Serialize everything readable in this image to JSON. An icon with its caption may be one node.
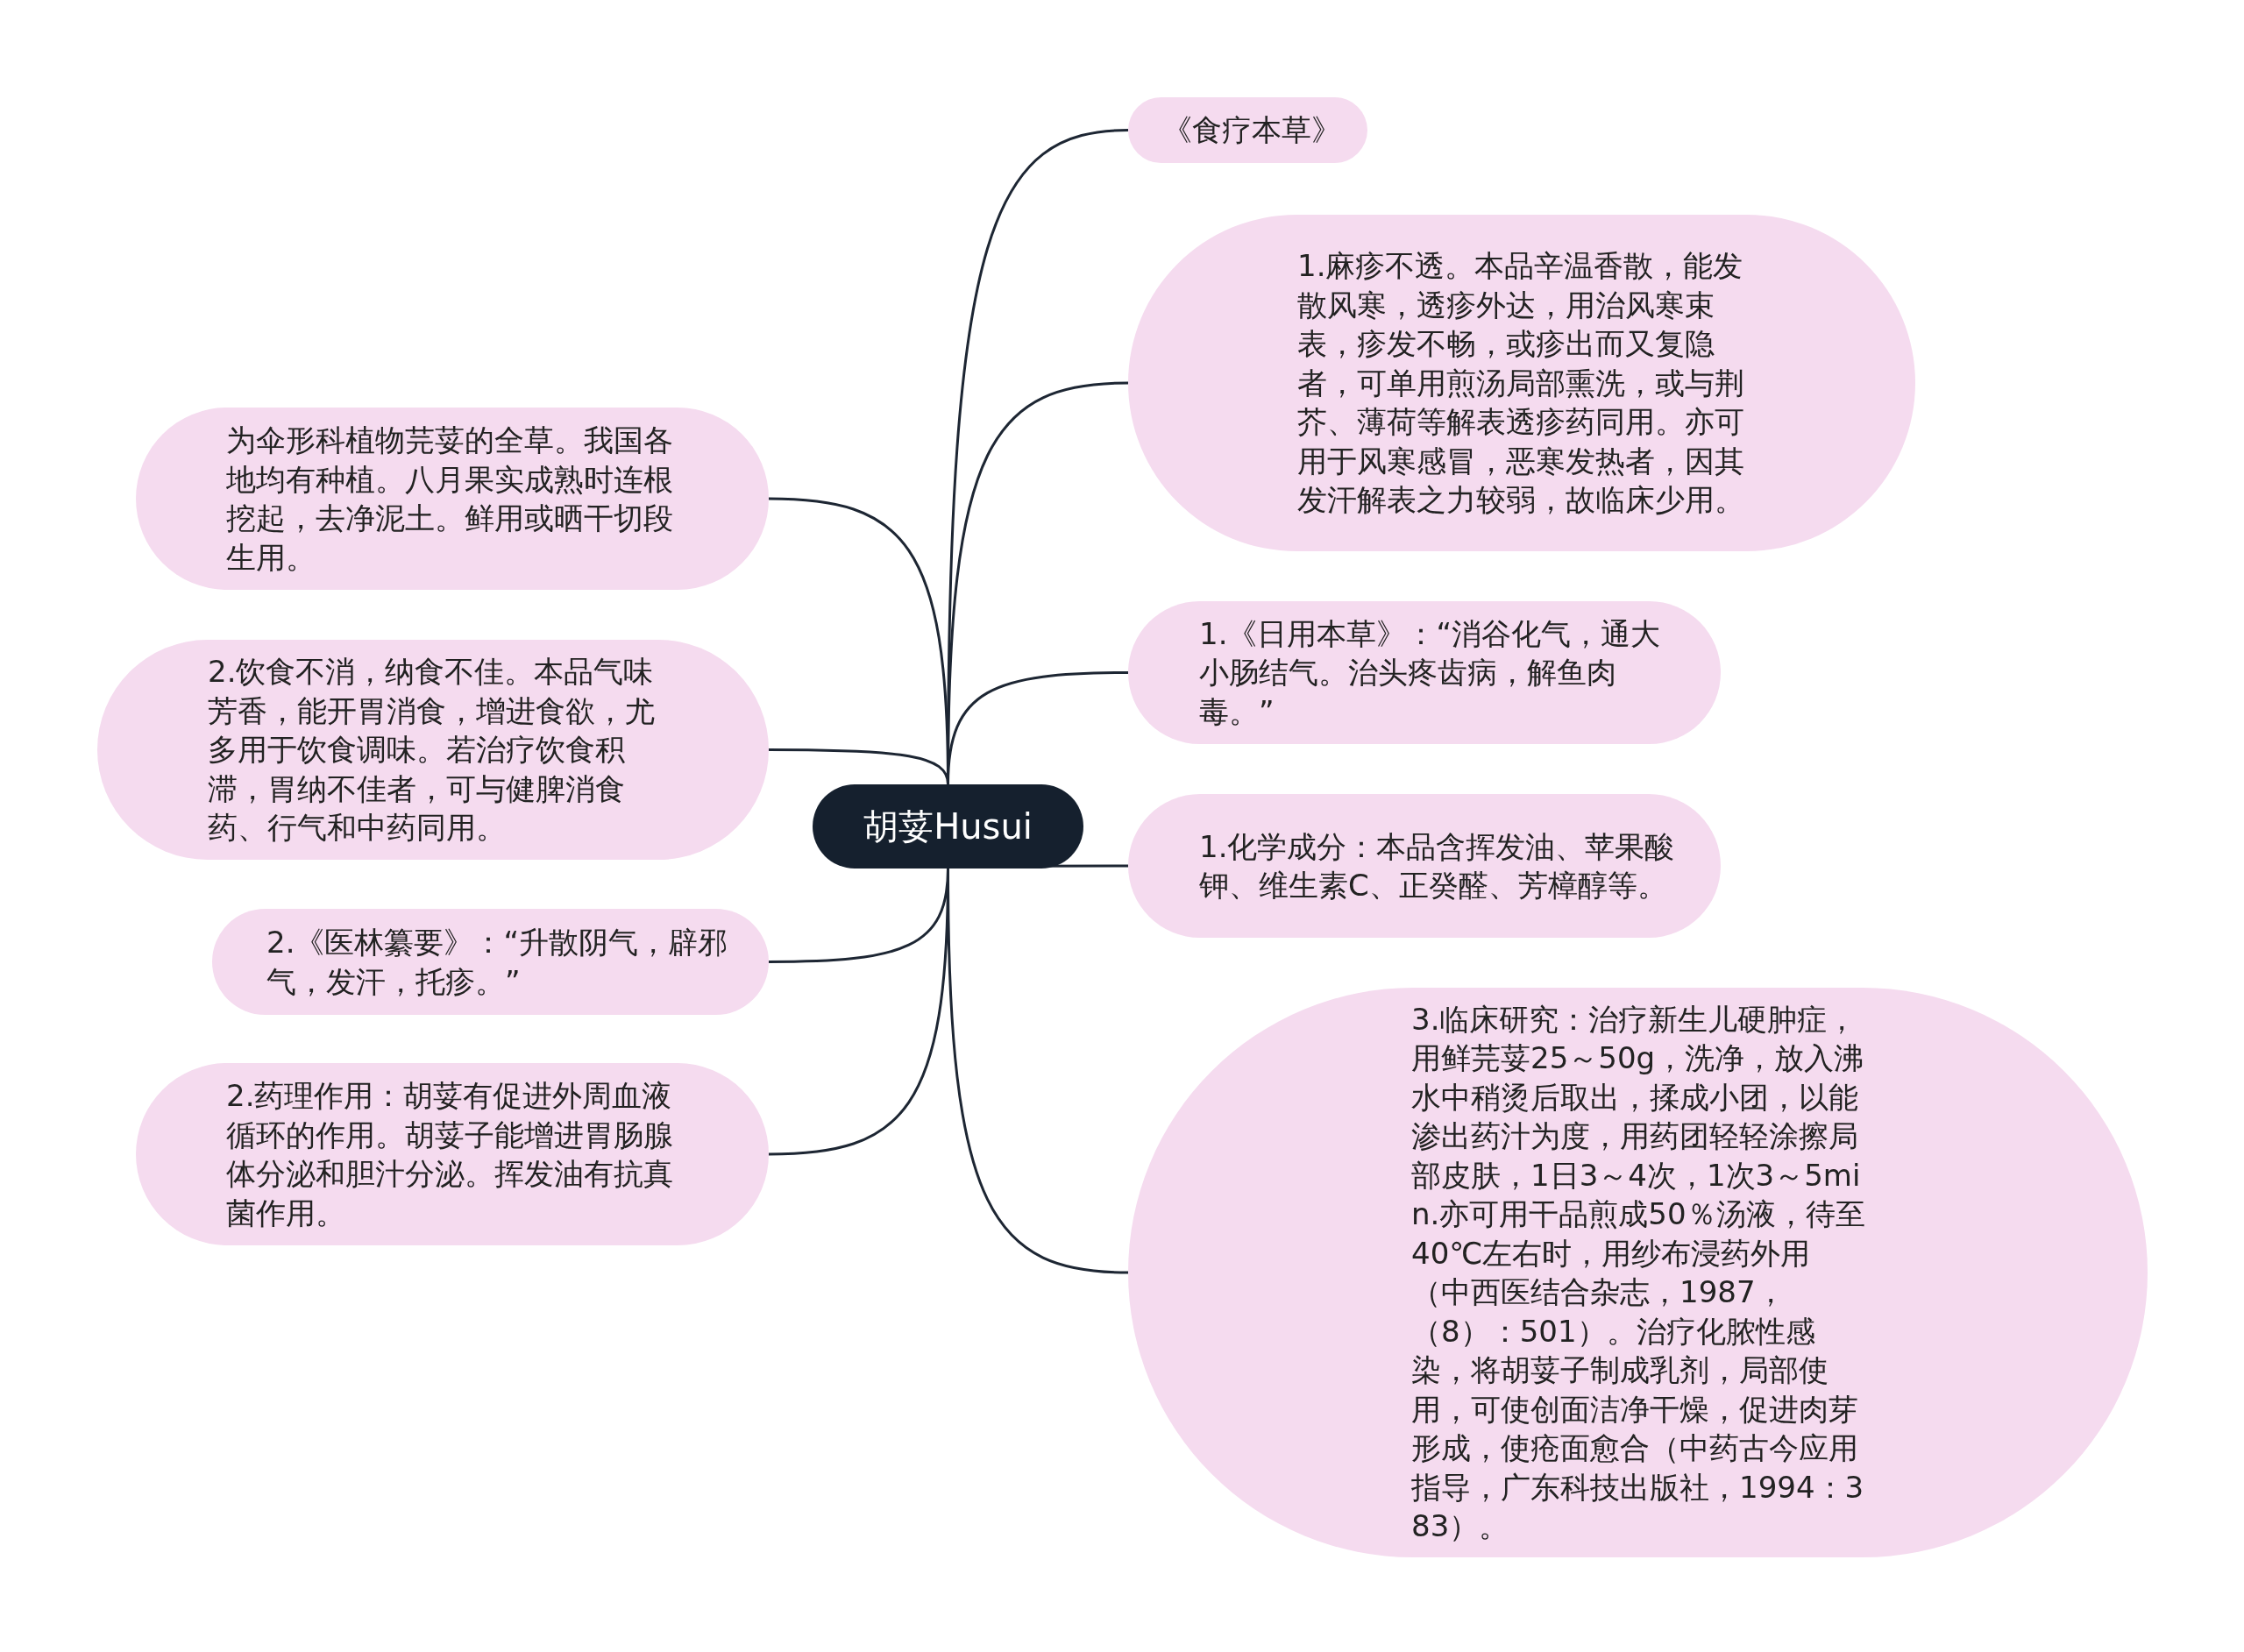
{
  "diagram": {
    "nodes": [
      {
        "text": [
          "胡荽Husui"
        ]
      },
      {
        "text": [
          "《食疗本草》"
        ]
      },
      {
        "text": [
          "1.麻疹不透。本品辛温香散，能发散风寒，透疹外达，用治风寒束表，疹发不畅，或疹出而又复隐者，可单用煎汤局部熏洗，或与荆芥、薄荷等解表透疹药同用。亦可用于风寒感冒，恶寒发热者，因其发汗解表之力较弱，故临床少用。"
        ]
      },
      {
        "text": [
          "1.《日用本草》：“消谷化气，通大小肠结气。治头疼齿病，解鱼肉毒。”"
        ]
      },
      {
        "text": [
          "1.化学成分：本品含挥发油、苹果酸钾、维生素C、正癸醛、芳樟醇等。"
        ]
      },
      {
        "text": [
          "3.临床研究：治疗新生儿硬肿症，用鲜芫荽25～50g，洗净，放入沸水中稍烫后取出，揉成小团，以能渗出药汁为度，用药团轻轻涂擦局部皮肤，1日3～4次，1次3～5min.亦可用干品煎成50％汤液，待至40℃左右时，用纱布浸药外用（中西医结合杂志，1987，（8）：501）。治疗化脓性感染，将胡荽子制成乳剂，局部使用，可使创面洁净干燥，促进肉芽形成，使疮面愈合（中药古今应用指导，广东科技出版社，1994：383）。"
        ]
      },
      {
        "text": [
          "为伞形科植物芫荽的全草。我国各地均有种植。八月果实成熟时连根挖起，去净泥土。鲜用或晒干切段生用。"
        ]
      },
      {
        "text": [
          "2.饮食不消，纳食不佳。本品气味芳香，能开胃消食，增进食欲，尤多用于饮食调味。若治疗饮食积滞，胃纳不佳者，可与健脾消食药、行气和中药同用。"
        ]
      },
      {
        "text": [
          "2.《医林纂要》：“升散阴气，辟邪气，发汗，托疹。”"
        ]
      },
      {
        "text": [
          "2.药理作用：胡荽有促进外周血液循环的作用。胡荽子能增进胃肠腺体分泌和胆汁分泌。挥发油有抗真菌作用。"
        ]
      }
    ],
    "edges": [
      {
        "from": 0,
        "to": 1,
        "arrow": "none"
      },
      {
        "from": 0,
        "to": 2,
        "arrow": "none"
      },
      {
        "from": 0,
        "to": 3,
        "arrow": "none"
      },
      {
        "from": 0,
        "to": 4,
        "arrow": "none"
      },
      {
        "from": 0,
        "to": 5,
        "arrow": "none"
      },
      {
        "from": 0,
        "to": 6,
        "arrow": "none"
      },
      {
        "from": 0,
        "to": 7,
        "arrow": "none"
      },
      {
        "from": 0,
        "to": 8,
        "arrow": "none"
      },
      {
        "from": 0,
        "to": 9,
        "arrow": "none"
      }
    ]
  }
}
